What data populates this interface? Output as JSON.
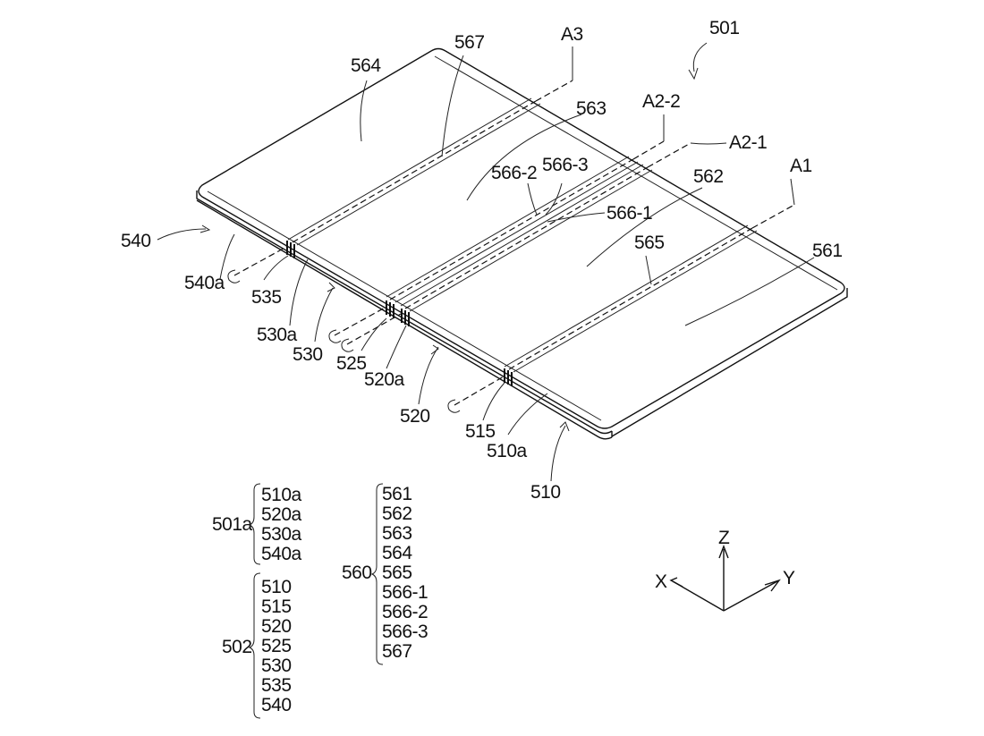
{
  "labels": {
    "l501": "501",
    "l564": "564",
    "l567": "567",
    "lA3": "A3",
    "l563": "563",
    "lA2_2": "A2-2",
    "lA2_1": "A2-1",
    "l566_2": "566-2",
    "l566_3": "566-3",
    "l562": "562",
    "lA1": "A1",
    "l566_1": "566-1",
    "l540": "540",
    "l561": "561",
    "l565": "565",
    "l540a": "540a",
    "l535": "535",
    "l530a": "530a",
    "l530": "530",
    "l525": "525",
    "l520a": "520a",
    "l520": "520",
    "l515": "515",
    "l510a": "510a",
    "l510": "510"
  },
  "legend": {
    "g501a": {
      "key": "501a",
      "items": [
        "510a",
        "520a",
        "530a",
        "540a"
      ]
    },
    "g502": {
      "key": "502",
      "items": [
        "510",
        "515",
        "520",
        "525",
        "530",
        "535",
        "540"
      ]
    },
    "g560": {
      "key": "560",
      "items": [
        "561",
        "562",
        "563",
        "564",
        "565",
        "566-1",
        "566-2",
        "566-3",
        "567"
      ]
    }
  },
  "axes": {
    "z": "Z",
    "x": "X",
    "y": "Y"
  }
}
